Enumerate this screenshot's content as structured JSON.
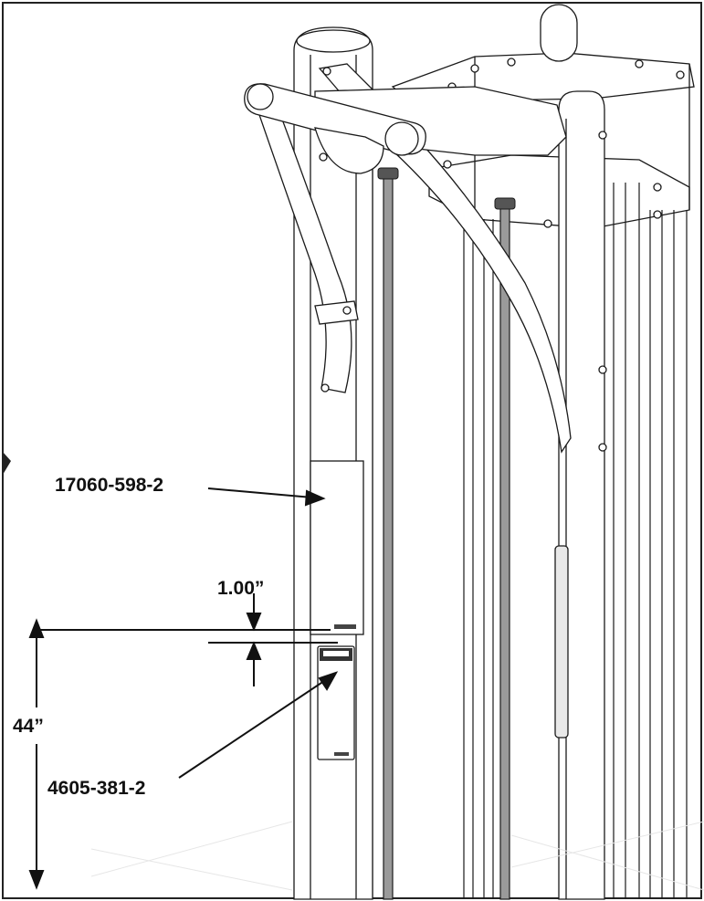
{
  "labels": {
    "upper_decal": "17060-598-2",
    "lower_decal": "4605-381-2",
    "gap_dimension": "1.00”",
    "height_dimension": "44”"
  },
  "colors": {
    "line": "#1a1a1a",
    "frame_fill": "#ffffff",
    "cable_fill": "#9a9a9a",
    "border": "#222222"
  }
}
